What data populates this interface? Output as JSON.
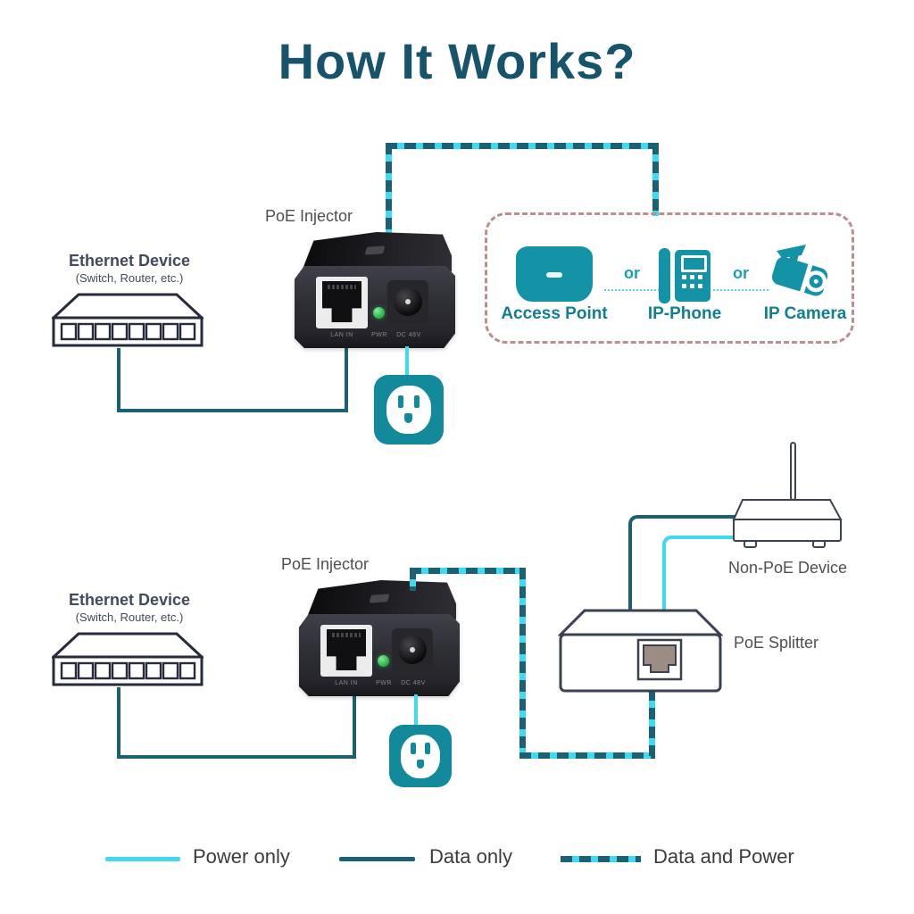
{
  "title": "How It Works?",
  "shared": {
    "poe_injector_label": "PoE Injector",
    "ethernet_device": {
      "label": "Ethernet Device",
      "sublabel": "(Switch, Router, etc.)"
    },
    "injector_ports": {
      "lan": "LAN IN",
      "pwr": "PWR",
      "dc": "DC 48V"
    }
  },
  "top_diagram": {
    "powered_devices": {
      "access_point_label": "Access Point",
      "or_label": "or",
      "ip_phone_label": "IP-Phone",
      "ip_camera_label": "IP Camera"
    }
  },
  "bottom_diagram": {
    "poe_splitter_label": "PoE Splitter",
    "non_poe_device_label": "Non-PoE Device"
  },
  "legend": {
    "power_only": "Power only",
    "data_only": "Data only",
    "data_and_power": "Data and Power"
  },
  "colors": {
    "title": "#17536a",
    "data_line": "#1b6173",
    "power_line": "#41d8f1",
    "data_and_power_dash": "#1b6173 on #41d8f1",
    "teal_icon": "#1593a6",
    "teal_label": "#117e95",
    "dashed_box_border": "#b98f8f",
    "outlet": "#13899c",
    "led_green": "#2db84d"
  }
}
